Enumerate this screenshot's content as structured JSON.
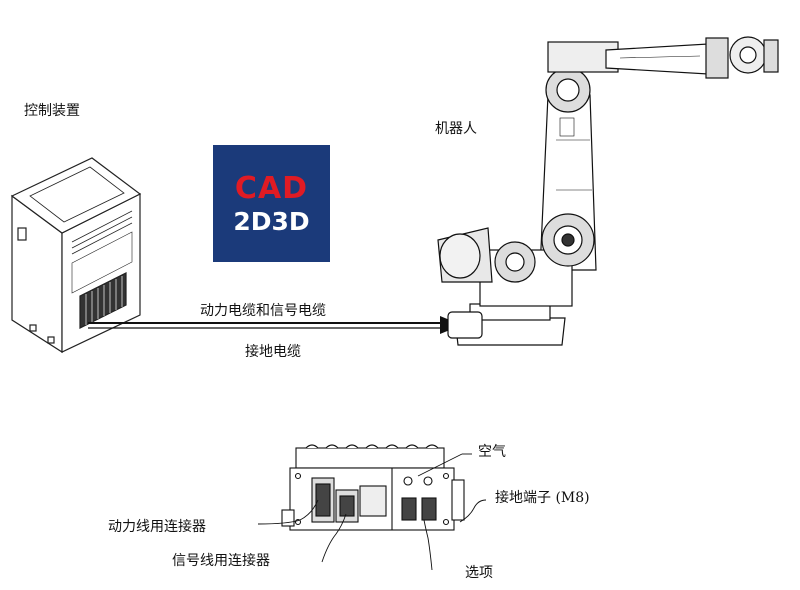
{
  "labels": {
    "control_unit": "控制装置",
    "robot": "机器人",
    "power_signal_cables": "动力电缆和信号电缆",
    "ground_cable": "接地电缆",
    "air": "空气",
    "ground_terminal": "接地端子 (M8)",
    "power_connector": "动力线用连接器",
    "signal_connector": "信号线用连接器",
    "options": "选项"
  },
  "logo": {
    "line1": "CAD",
    "line2": "2D3D",
    "bg_color": "#1b3a7a",
    "line1_color": "#e01b24",
    "line2_color": "#ffffff"
  }
}
